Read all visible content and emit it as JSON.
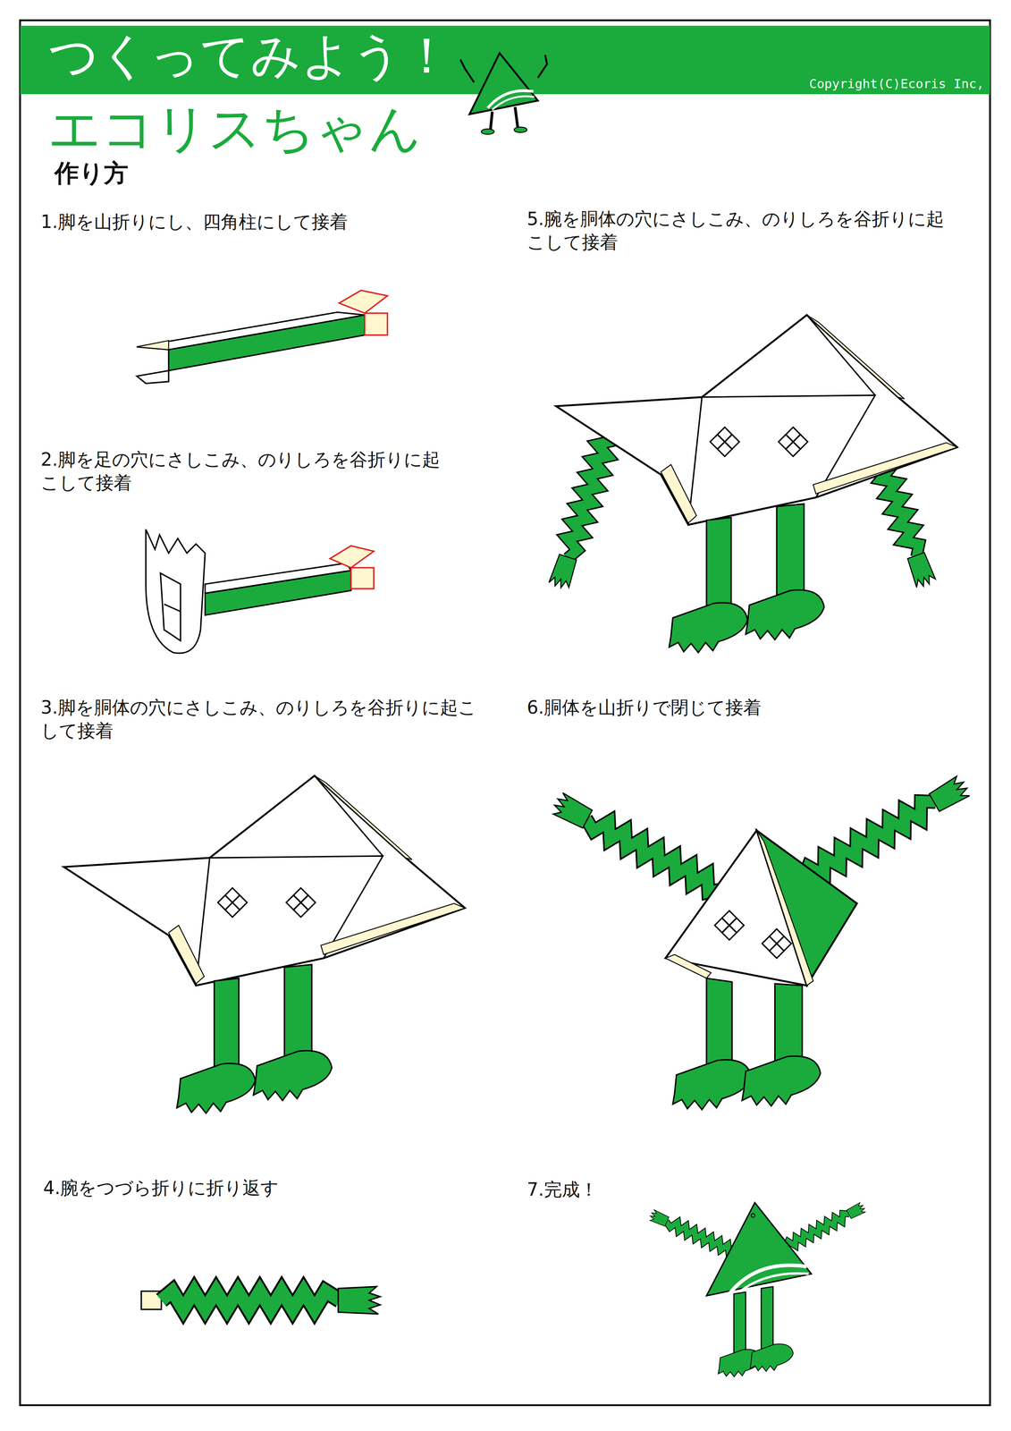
{
  "diagram": {
    "nodes": [
      {
        "text": [
          "つくってみよう！",
          "Copyright(C)Ecoris Inc,"
        ]
      }
    ],
    "labels": [
      "エコリスちゃん",
      "作り方",
      "1.脚を山折りにし、四角柱にして接着",
      "2.脚を足の穴にさしこみ、のりしろを谷折りに起こして接着",
      "3.脚を胴体の穴にさしこみ、のりしろを谷折りに起こして接着",
      "4.腕をつづら折りに折り返す",
      "5.腕を胴体の穴にさしこみ、のりしろを谷折りに起こして接着",
      "6.胴体を山折りで閉じて接着",
      "7.完成！"
    ]
  }
}
